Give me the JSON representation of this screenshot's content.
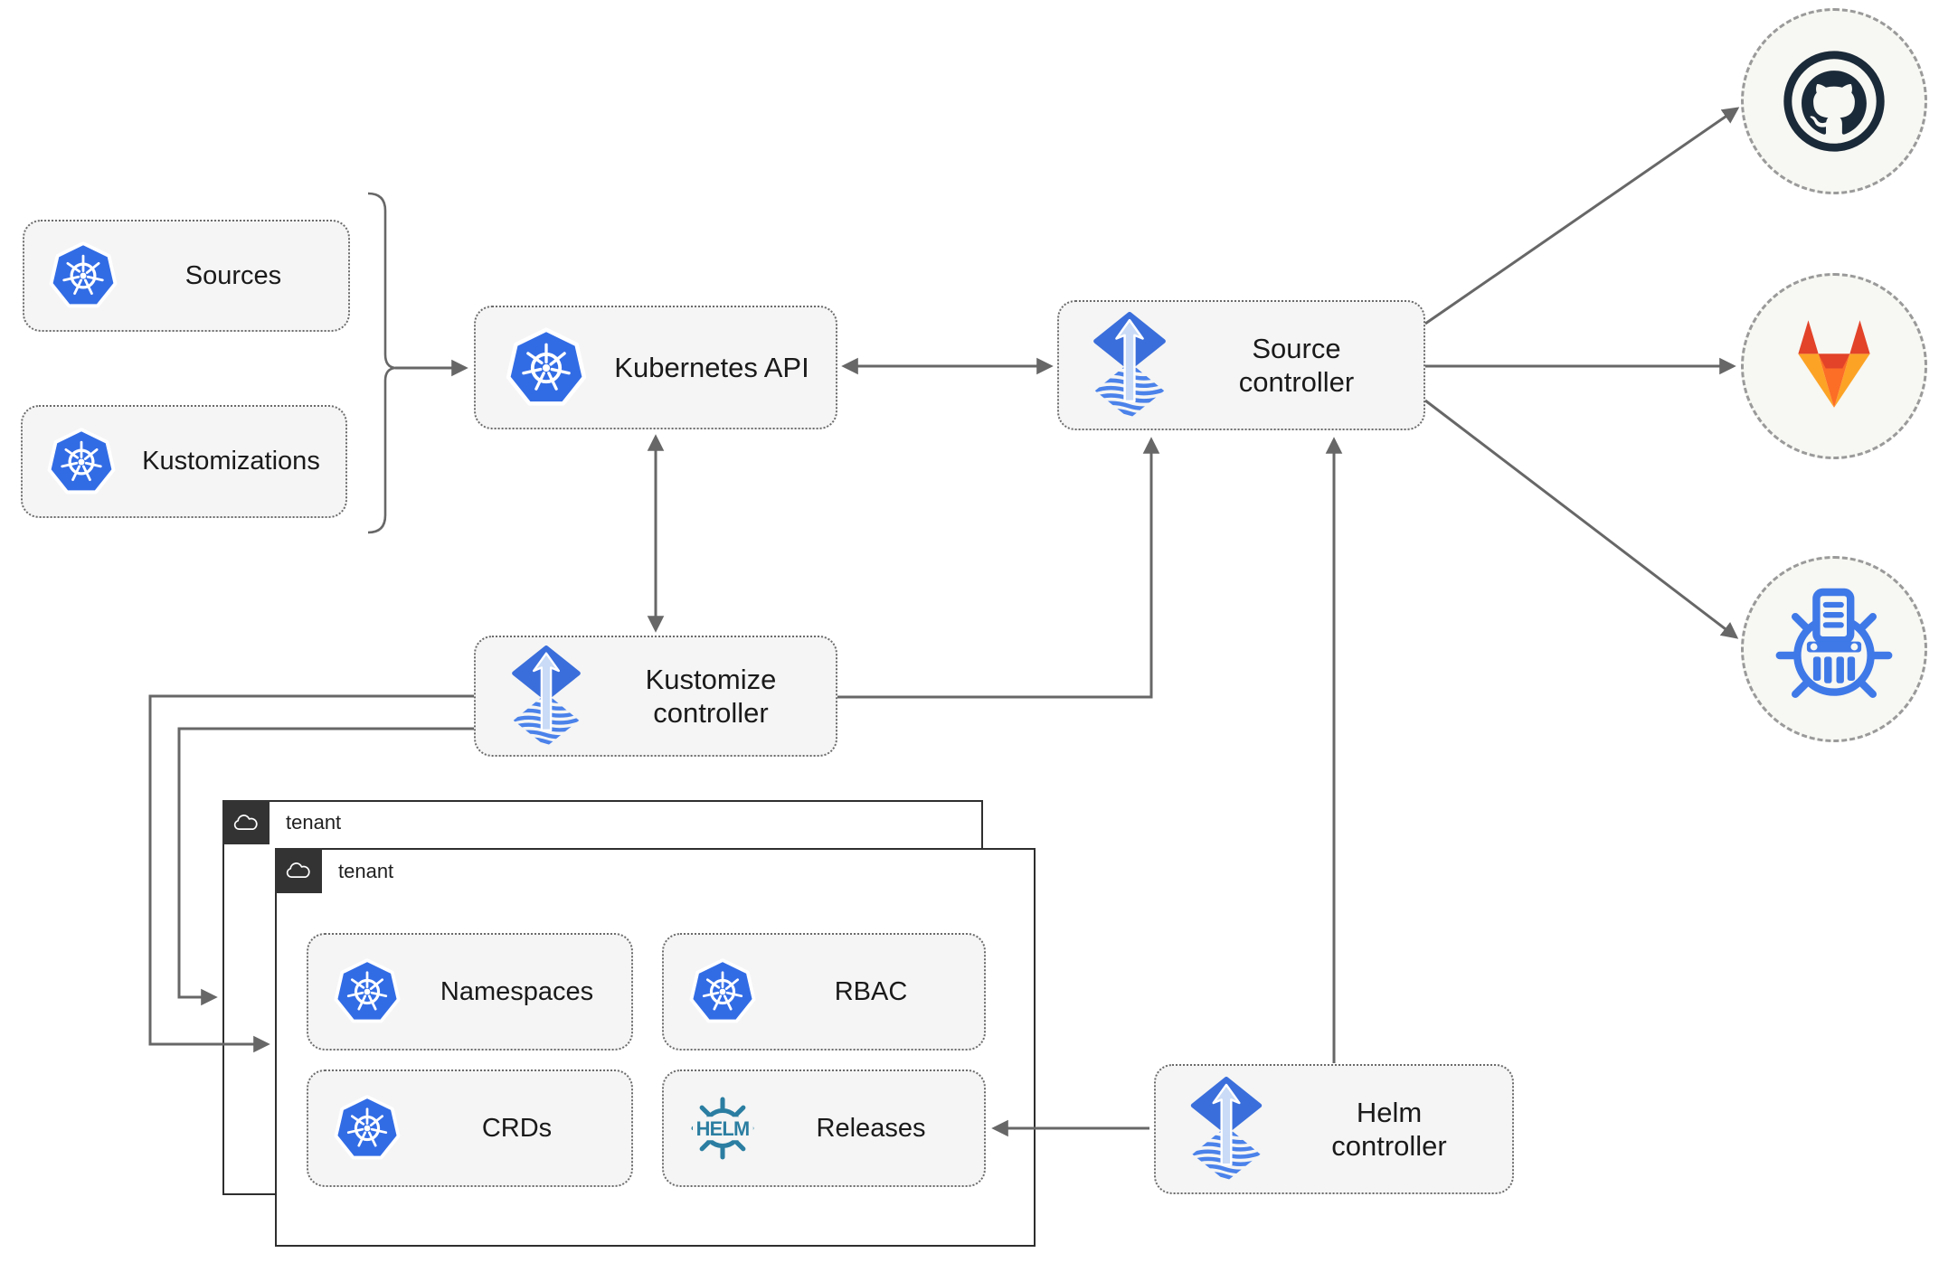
{
  "nodes": {
    "sources": {
      "label": "Sources",
      "icon": "kubernetes-icon"
    },
    "kustomizations": {
      "label": "Kustomizations",
      "icon": "kubernetes-icon"
    },
    "kubernetes_api": {
      "label": "Kubernetes API",
      "icon": "kubernetes-icon"
    },
    "source_controller": {
      "label": "Source controller",
      "icon": "flux-icon"
    },
    "kustomize_controller": {
      "label": "Kustomize controller",
      "icon": "flux-icon"
    },
    "helm_controller": {
      "label": "Helm controller",
      "icon": "flux-icon"
    },
    "namespaces": {
      "label": "Namespaces",
      "icon": "kubernetes-icon"
    },
    "rbac": {
      "label": "RBAC",
      "icon": "kubernetes-icon"
    },
    "crds": {
      "label": "CRDs",
      "icon": "kubernetes-icon"
    },
    "releases": {
      "label": "Releases",
      "icon": "helm-icon",
      "icon_text": "HELM"
    }
  },
  "groups": {
    "tenant_back": {
      "label": "tenant",
      "icon": "cloud-icon"
    },
    "tenant_front": {
      "label": "tenant",
      "icon": "cloud-icon"
    }
  },
  "external": {
    "github": {
      "icon": "github-icon"
    },
    "gitlab": {
      "icon": "gitlab-icon"
    },
    "helm_repository": {
      "icon": "chartmuseum-icon"
    }
  },
  "edges": [
    {
      "from": "sources+kustomizations",
      "to": "kubernetes_api",
      "style": "bracket-arrow"
    },
    {
      "from": "kubernetes_api",
      "to": "source_controller",
      "style": "bidirectional"
    },
    {
      "from": "kubernetes_api",
      "to": "kustomize_controller",
      "style": "bidirectional"
    },
    {
      "from": "kustomize_controller",
      "to": "source_controller",
      "style": "arrow"
    },
    {
      "from": "helm_controller",
      "to": "source_controller",
      "style": "arrow"
    },
    {
      "from": "helm_controller",
      "to": "releases",
      "style": "arrow"
    },
    {
      "from": "kustomize_controller",
      "to": "tenant_front",
      "style": "arrow"
    },
    {
      "from": "kustomize_controller",
      "to": "tenant_back",
      "style": "arrow"
    },
    {
      "from": "source_controller",
      "to": "github",
      "style": "arrow"
    },
    {
      "from": "source_controller",
      "to": "gitlab",
      "style": "arrow"
    },
    {
      "from": "source_controller",
      "to": "helm_repository",
      "style": "arrow"
    }
  ],
  "colors": {
    "kubernetes_blue": "#326ce5",
    "flux_blue": "#3a6edb",
    "flux_stripe_blue": "#4b82ea",
    "flux_arrow_light": "#c9dbf6",
    "helm_teal": "#2b7ea1",
    "github_dark": "#1b2a38",
    "gitlab_red": "#e24329",
    "gitlab_orange": "#fc6d26",
    "gitlab_light_orange": "#fca326",
    "chartmuseum_blue": "#3f79e8",
    "arrow_gray": "#676767",
    "node_background": "#f5f5f5",
    "tenant_tab_background": "#333333"
  }
}
